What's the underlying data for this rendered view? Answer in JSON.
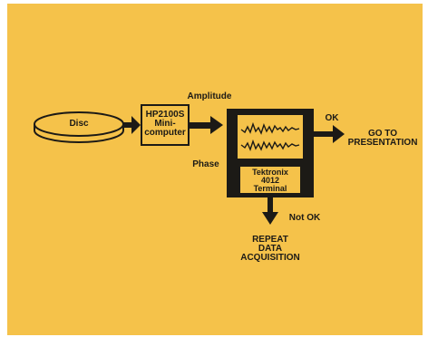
{
  "diagram": {
    "nodes": {
      "disc": "Disc",
      "minicomputer": [
        "HP2100S",
        "Mini-",
        "computer"
      ],
      "terminal": [
        "Tektronix",
        "4012",
        "Terminal"
      ]
    },
    "edge_labels": {
      "amplitude": "Amplitude",
      "phase": "Phase",
      "ok": "OK",
      "not_ok": "Not OK"
    },
    "outcomes": {
      "presentation": [
        "GO TO",
        "PRESENTATION"
      ],
      "repeat": [
        "REPEAT",
        "DATA",
        "ACQUISITION"
      ]
    },
    "colors": {
      "background": "#f5c24a",
      "ink": "#1c1a16",
      "box_fill": "#f5c24a"
    }
  }
}
